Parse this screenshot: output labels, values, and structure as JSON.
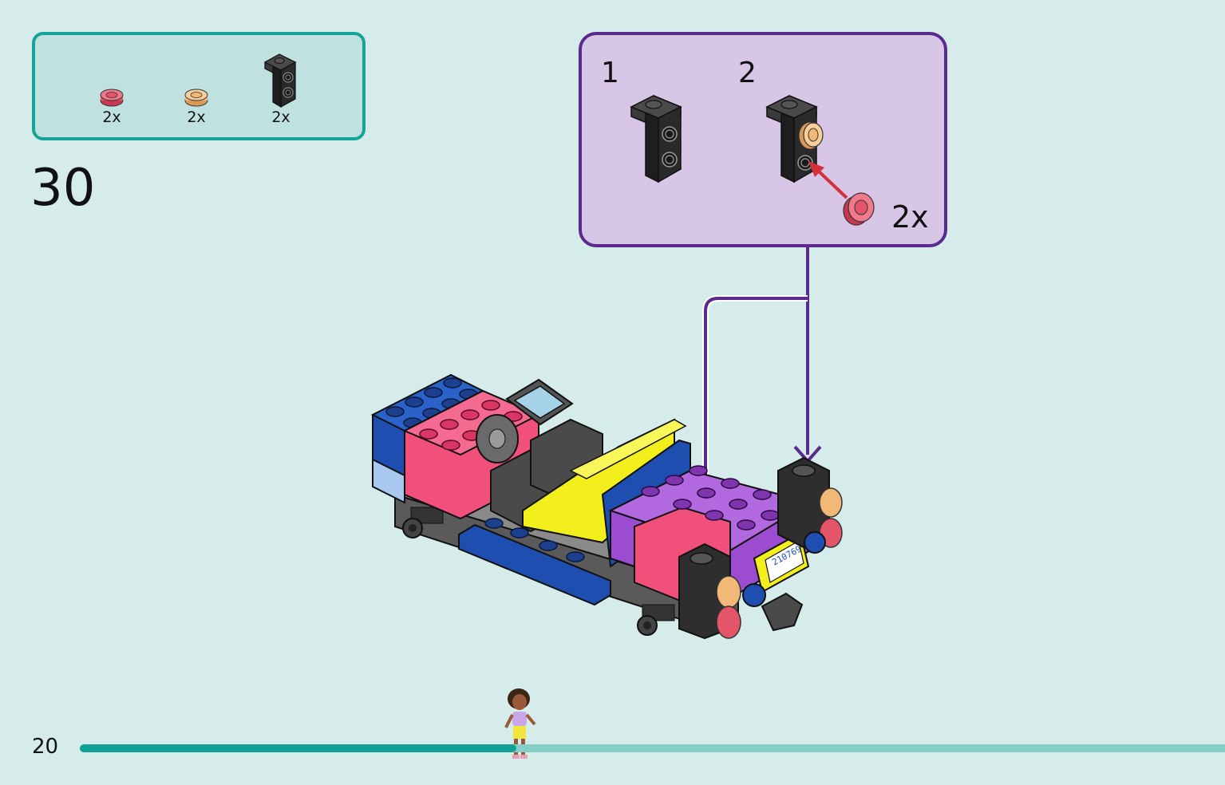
{
  "page": {
    "number": "20",
    "progress": 0.381
  },
  "step": {
    "number": "30"
  },
  "parts_list": [
    {
      "name": "red-round-plate",
      "color": "#e4556a",
      "quantity": "2x"
    },
    {
      "name": "tan-round-plate",
      "color": "#f1b878",
      "quantity": "2x"
    },
    {
      "name": "black-bracket",
      "color": "#2a2a2a",
      "quantity": "2x"
    }
  ],
  "callout": {
    "sub_steps": [
      "1",
      "2"
    ],
    "quantity": "2x"
  },
  "model": {
    "license_plate": "210769"
  },
  "colors": {
    "background": "#d5eceb",
    "parts_border": "#17a39a",
    "callout_border": "#5b2a8c",
    "callout_fill": "#d7c6e6",
    "progress_fill": "#11a096",
    "progress_track": "#86cfc9"
  }
}
